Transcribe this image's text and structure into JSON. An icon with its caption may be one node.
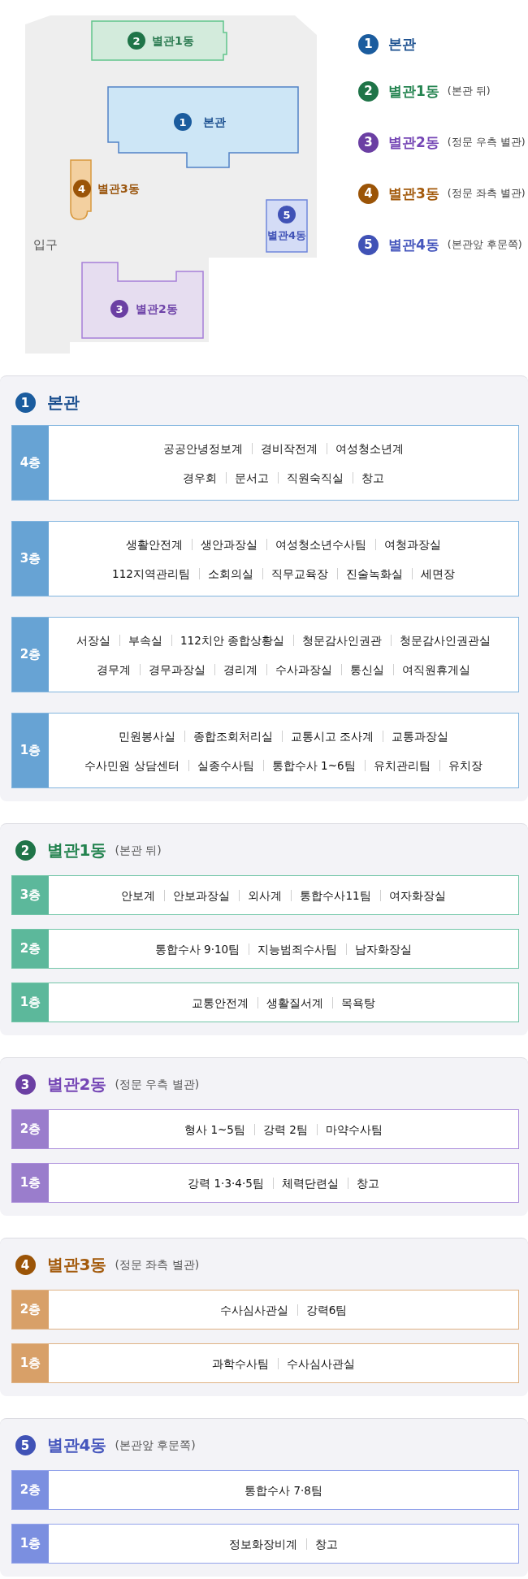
{
  "diagram": {
    "nodes": [
      {
        "text": [
          "2",
          "별관1동"
        ]
      },
      {
        "text": [
          "1",
          "본관"
        ]
      },
      {
        "text": [
          "4",
          "별관3동"
        ]
      },
      {
        "text": [
          "5",
          "별관4동"
        ]
      },
      {
        "text": [
          "3",
          "별관2동"
        ]
      },
      {
        "text": [
          "1",
          "본관"
        ]
      },
      {
        "text": [
          "4층",
          "공공안녕정보계",
          "경비작전계",
          "여성청소년계",
          "경우회",
          "문서고",
          "직원숙직실",
          "창고"
        ],
        "in": 5
      },
      {
        "text": [
          "3층",
          "생활안전계",
          "생안과장실",
          "여성청소년수사팀",
          "여청과장실",
          "112지역관리팀",
          "소회의실",
          "직무교육장",
          "진술녹화실",
          "세면장"
        ],
        "in": 5
      },
      {
        "text": [
          "2층",
          "서장실",
          "부속실",
          "112치안 종합상황실",
          "청문감사인권관",
          "청문감사인권관실",
          "경무계",
          "경무과장실",
          "경리계",
          "수사과장실",
          "통신실",
          "여직원휴게실"
        ],
        "in": 5
      },
      {
        "text": [
          "1층",
          "민원봉사실",
          "종합조회처리실",
          "교통시고 조사계",
          "교통과장실",
          "수사민원 상담센터",
          "실종수사팀",
          "통합수사 1~6팀",
          "유치관리팀",
          "유치장"
        ],
        "in": 5
      },
      {
        "text": [
          "2",
          "별관1동",
          "(본관 뒤)"
        ]
      },
      {
        "text": [
          "3층",
          "안보계",
          "안보과장실",
          "외사계",
          "통합수사11팀",
          "여자화장실"
        ],
        "in": 10
      },
      {
        "text": [
          "2층",
          "통합수사 9·10팀",
          "지능범죄수사팀",
          "남자화장실"
        ],
        "in": 10
      },
      {
        "text": [
          "1층",
          "교통안전계",
          "생활질서계",
          "목욕탕"
        ],
        "in": 10
      },
      {
        "text": [
          "3",
          "별관2동",
          "(정문 우측 별관)"
        ]
      },
      {
        "text": [
          "2층",
          "형사 1~5팀",
          "강력 2팀",
          "마약수사팀"
        ],
        "in": 14
      },
      {
        "text": [
          "1층",
          "강력 1·3·4·5팀",
          "체력단련실",
          "창고"
        ],
        "in": 14
      },
      {
        "text": [
          "4",
          "별관3동",
          "(정문 좌측 별관)"
        ]
      },
      {
        "text": [
          "2층",
          "수사심사관실",
          "강력6팀"
        ],
        "in": 17
      },
      {
        "text": [
          "1층",
          "과학수사팀",
          "수사심사관실"
        ],
        "in": 17
      },
      {
        "text": [
          "5",
          "별관4동",
          "(본관앞 후문쪽)"
        ]
      },
      {
        "text": [
          "2층",
          "통합수사 7·8팀"
        ],
        "in": 20
      },
      {
        "text": [
          "1층",
          "정보화장비계",
          "창고"
        ],
        "in": 20
      }
    ],
    "labels": [
      "입구",
      "1",
      "본관",
      "2",
      "별관1동",
      "(본관 뒤)",
      "3",
      "별관2동",
      "(정문 우측 별관)",
      "4",
      "별관3동",
      "(정문 좌측 별관)",
      "5",
      "별관4동",
      "(본관앞 후문쪽)"
    ]
  }
}
